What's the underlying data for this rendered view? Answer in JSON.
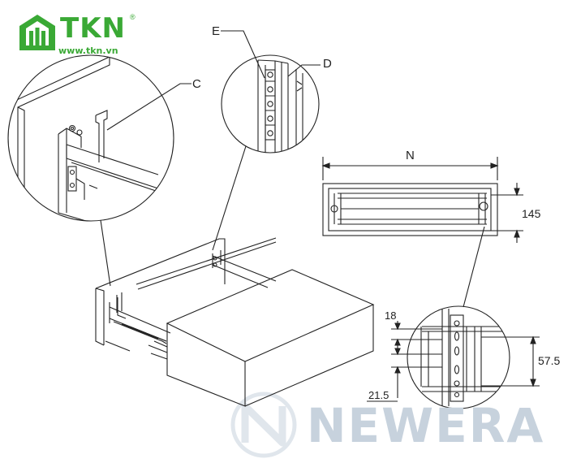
{
  "logo": {
    "brand": "TKN",
    "registered_mark": "®",
    "website": "www.tkn.vn"
  },
  "watermark": {
    "text": "NEWERA"
  },
  "labels": {
    "E": "E",
    "D": "D",
    "C": "C",
    "N": "N"
  },
  "dimensions": {
    "height_145": "145",
    "gap_18": "18",
    "spacing_57_5": "57.5",
    "bottom_21_5": "21.5"
  },
  "colors": {
    "line": "#222222",
    "brand_green": "#3aa935",
    "watermark": "#c7d2dd"
  }
}
